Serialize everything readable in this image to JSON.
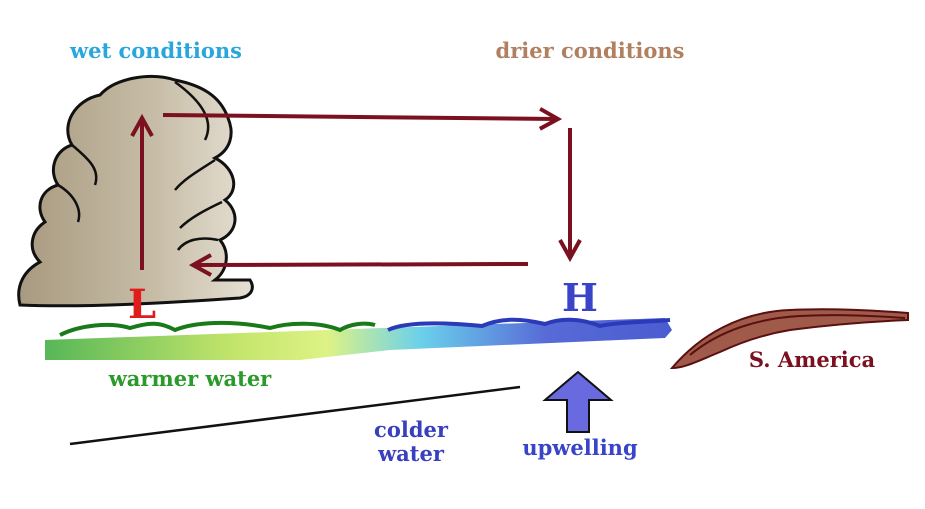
{
  "labels": {
    "wet": "wet conditions",
    "drier": "drier conditions",
    "low": "L",
    "high": "H",
    "warm_water": "warmer water",
    "cold_water_line1": "colder",
    "cold_water_line2": "water",
    "upwelling": "upwelling",
    "continent": "S. America"
  },
  "colors": {
    "wet": "#2aa6dc",
    "drier": "#b08060",
    "low": "#e01c1c",
    "high": "#3a44c8",
    "warm_water": "#2a9a2a",
    "cold_water": "#3840c0",
    "upwelling": "#3a44c8",
    "continent": "#7a1020",
    "circulation": "#7a1020",
    "cloud_fill": "#c9bfa8",
    "cloud_outline": "#111111",
    "thermocline": "#111111"
  }
}
